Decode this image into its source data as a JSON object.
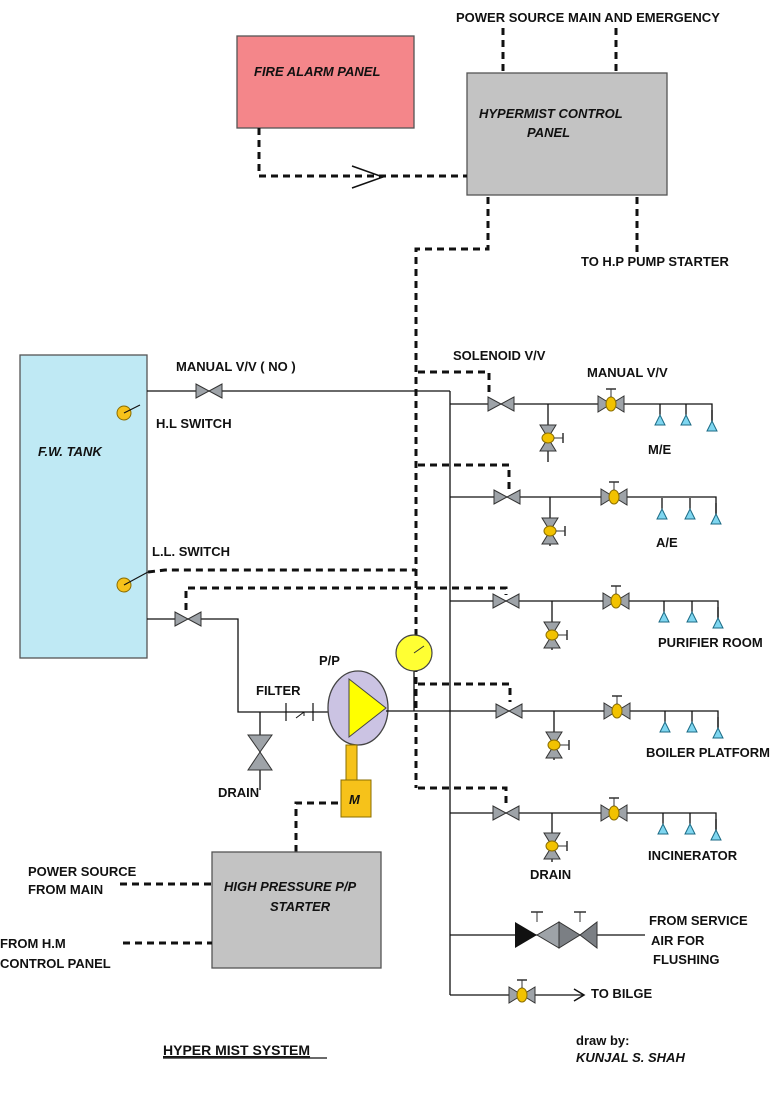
{
  "labels": {
    "power_main_emergency": "POWER SOURCE MAIN AND EMERGENCY",
    "fire_alarm_panel": "FIRE ALARM PANEL",
    "hypermist_line1": "HYPERMIST CONTROL",
    "hypermist_line2": "PANEL",
    "to_hp_pump_starter": "TO H.P PUMP STARTER",
    "fw_tank": "F.W. TANK",
    "manual_vv_no": "MANUAL V/V ( NO )",
    "hl_switch": "H.L SWITCH",
    "ll_switch": "L.L. SWITCH",
    "solenoid_vv": "SOLENOID V/V",
    "manual_vv": "MANUAL V/V",
    "me": "M/E",
    "ae": "A/E",
    "purifier_room": "PURIFIER ROOM",
    "boiler_platform": "BOILER PLATFORM",
    "incinerator": "INCINERATOR",
    "filter": "FILTER",
    "pp": "P/P",
    "drain_left": "DRAIN",
    "drain_right": "DRAIN",
    "motor": "M",
    "hp_starter_line1": "HIGH PRESSURE P/P",
    "hp_starter_line2": "STARTER",
    "power_from_main_line1": "POWER SOURCE",
    "power_from_main_line2": "FROM MAIN",
    "from_hm_line1": "FROM H.M",
    "from_hm_line2": "CONTROL PANEL",
    "service_air_line1": "FROM SERVICE",
    "service_air_line2": "AIR FOR",
    "service_air_line3": "FLUSHING",
    "to_bilge": "TO BILGE",
    "title": "HYPER MIST SYSTEM",
    "draw_by": "draw by:",
    "author": "KUNJAL S. SHAH"
  },
  "colors": {
    "fire_alarm_fill": "#f4868a",
    "control_panel_fill": "#c3c3c3",
    "tank_fill": "#bfe9f4",
    "pump_body": "#cbc3e3",
    "pump_arrow": "#ffff00",
    "motor_fill": "#f6c21a",
    "gauge_fill": "#ffff33",
    "valve_grey": "#9ea3a8",
    "valve_ball": "#f2c200",
    "nozzle": "#7fd6f0"
  },
  "icons": {
    "valve": "globe-valve-icon",
    "ball_valve": "ball-valve-icon",
    "nozzle": "spray-nozzle-icon",
    "gauge": "pressure-gauge-icon",
    "pump": "centrifugal-pump-icon",
    "motor": "motor-icon",
    "check_valve": "non-return-valve-icon",
    "float_switch": "level-switch-icon"
  }
}
